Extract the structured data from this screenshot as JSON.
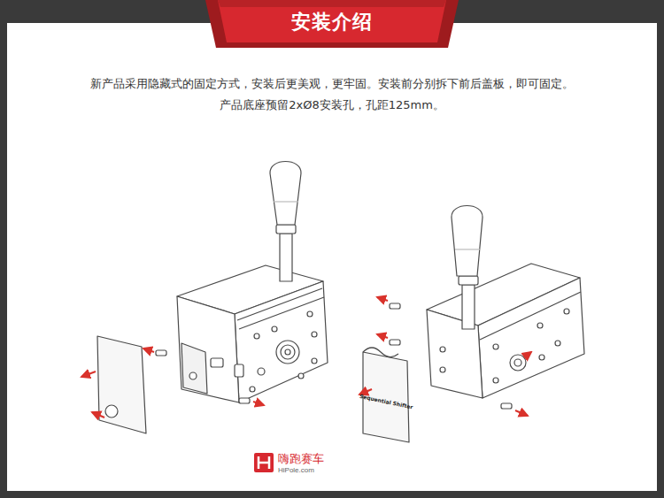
{
  "diagram": {
    "title": "安装介绍",
    "labels": [
      "新产品采用隐藏式的固定方式，安装后更美观，更牢固。安装前分别拆下前后盖板，即可固定。",
      "产品底座预留2xØ8安装孔，孔距125mm。",
      "Sequential Shifter",
      "嗨跑赛车",
      "HiPole.com"
    ]
  }
}
